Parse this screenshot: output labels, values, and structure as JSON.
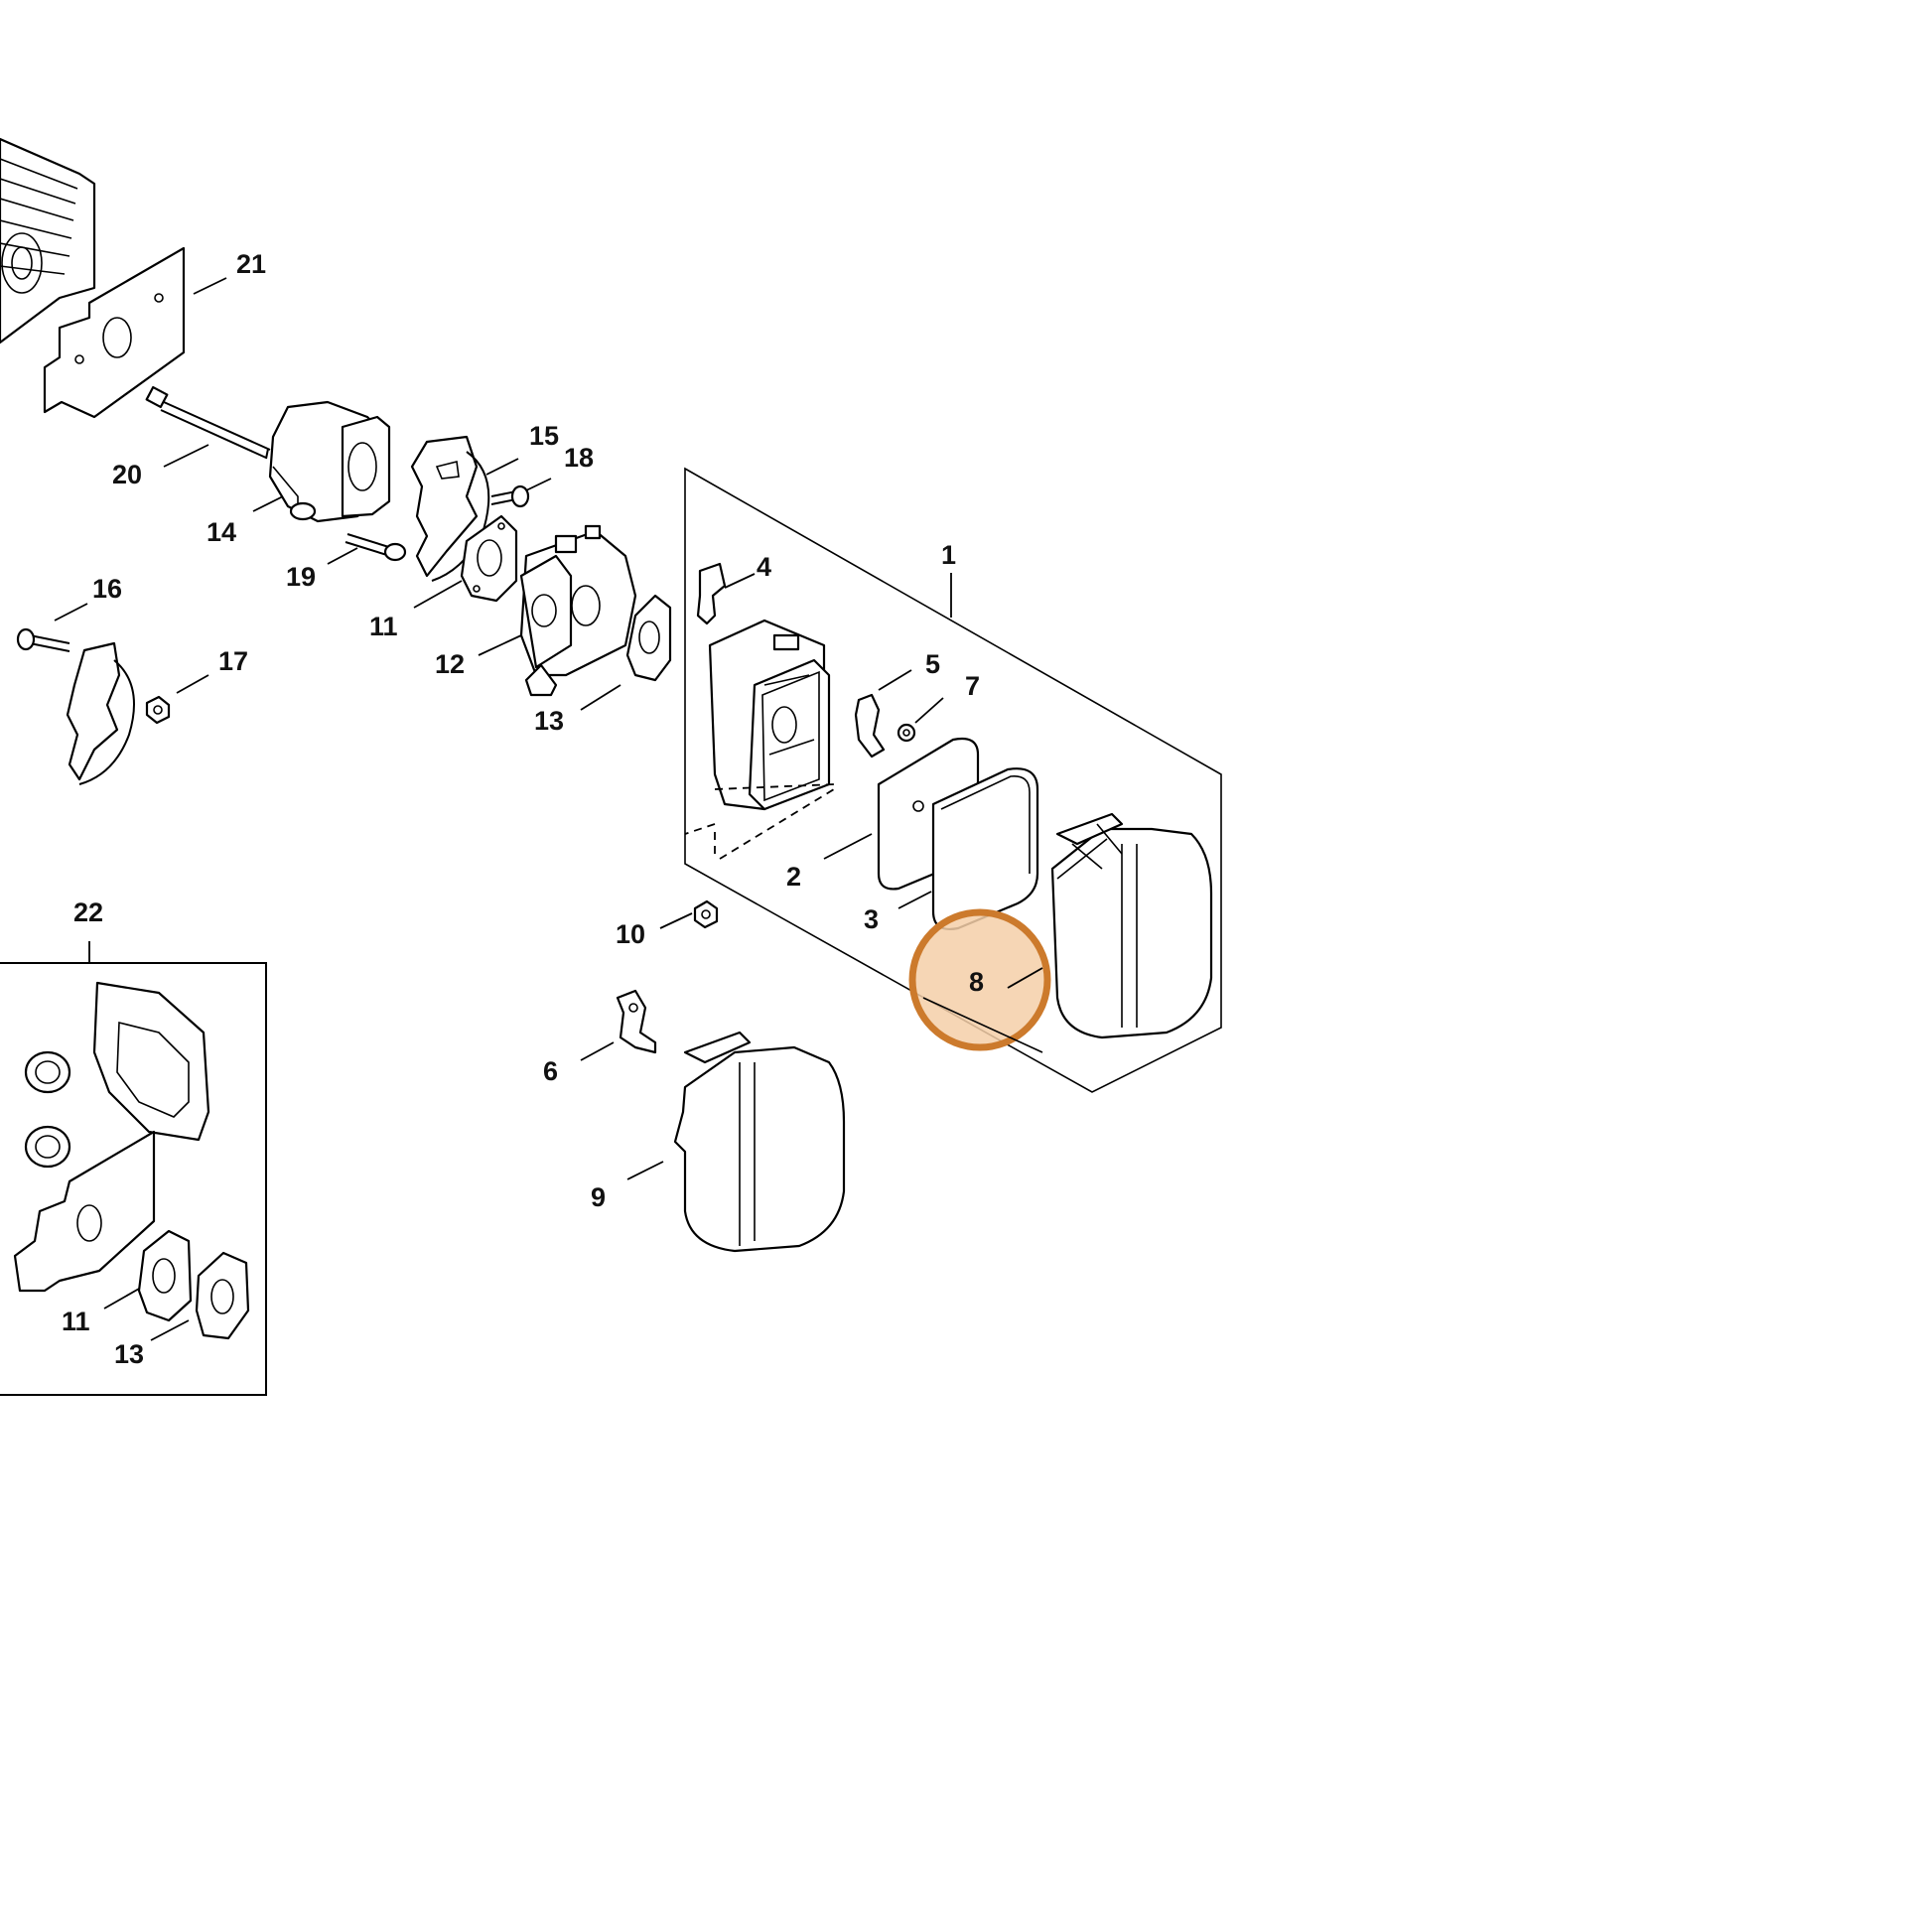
{
  "diagram": {
    "callouts": [
      "1",
      "2",
      "3",
      "4",
      "5",
      "6",
      "7",
      "8",
      "9",
      "10",
      "11",
      "12",
      "13",
      "14",
      "15",
      "16",
      "17",
      "18",
      "19",
      "20",
      "21",
      "22",
      "11",
      "13"
    ],
    "highlight": {
      "label": "8",
      "fill_color": "#f5cfa8",
      "stroke_color": "#cc7a2c"
    }
  }
}
